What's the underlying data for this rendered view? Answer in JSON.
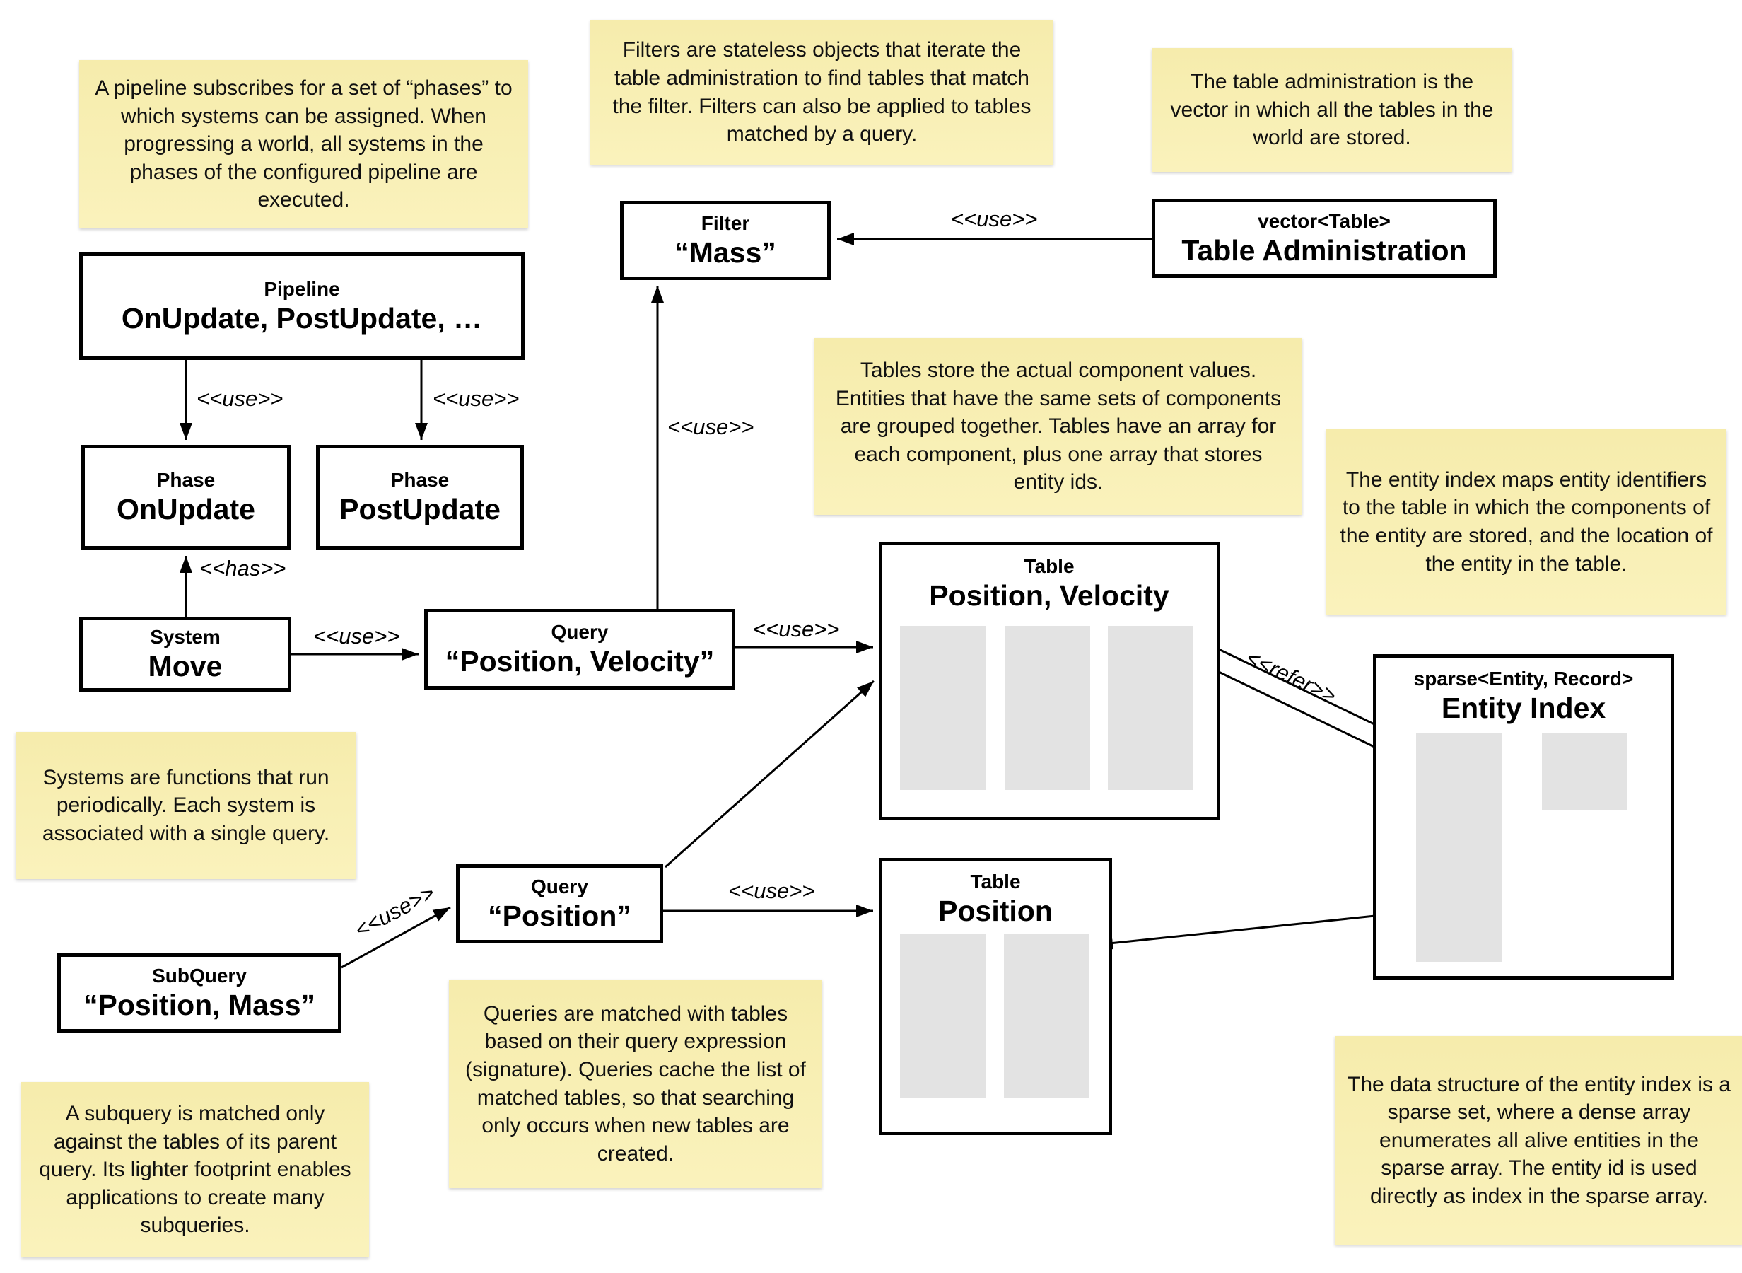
{
  "notes": {
    "pipeline": "A pipeline subscribes for a set of “phases” to which systems can be assigned. When progressing a world, all systems in the phases of the configured pipeline are executed.",
    "filters": "Filters are stateless objects that iterate the table administration to find tables that match the filter. Filters can also be applied to tables matched by a query.",
    "table_administration": "The table administration is the vector in which all the tables in the world are stored.",
    "tables": "Tables store the actual component values. Entities that have the same sets of components are grouped together. Tables have an array for each component, plus one array that stores entity ids.",
    "entity_index": "The entity index maps entity identifiers to the table in which the components of the entity are stored, and the location of the entity in the table.",
    "systems": "Systems are functions that run periodically. Each system is associated with a single query.",
    "queries": "Queries are matched with tables based on their query expression (signature). Queries cache the list of matched tables, so that searching only occurs when new tables are created.",
    "subquery": "A subquery is matched only against the tables of its parent query. Its lighter footprint enables applications to create many subqueries.",
    "sparse_set": "The data structure of the entity index is a sparse set, where a dense array enumerates all alive entities in the sparse array. The entity id is used directly as index in the sparse array."
  },
  "boxes": {
    "pipeline": {
      "type": "Pipeline",
      "name": "OnUpdate, PostUpdate, …"
    },
    "phase_onupdate": {
      "type": "Phase",
      "name": "OnUpdate"
    },
    "phase_postupdate": {
      "type": "Phase",
      "name": "PostUpdate"
    },
    "filter_mass": {
      "type": "Filter",
      "name": "“Mass”"
    },
    "table_administration": {
      "type": "vector<Table>",
      "name": "Table Administration"
    },
    "system_move": {
      "type": "System",
      "name": "Move"
    },
    "query_position_velocity": {
      "type": "Query",
      "name": "“Position, Velocity”"
    },
    "table_position_velocity": {
      "type": "Table",
      "name": "Position, Velocity"
    },
    "query_position": {
      "type": "Query",
      "name": "“Position”"
    },
    "table_position": {
      "type": "Table",
      "name": "Position"
    },
    "subquery_position_mass": {
      "type": "SubQuery",
      "name": "“Position, Mass”"
    },
    "entity_index": {
      "type": "sparse<Entity, Record>",
      "name": "Entity Index"
    }
  },
  "edges": [
    {
      "from": "pipeline",
      "to": "phase_onupdate",
      "label": "<<use>>"
    },
    {
      "from": "pipeline",
      "to": "phase_postupdate",
      "label": "<<use>>"
    },
    {
      "from": "system_move",
      "to": "phase_onupdate",
      "label": "<<has>>"
    },
    {
      "from": "system_move",
      "to": "query_position_velocity",
      "label": "<<use>>"
    },
    {
      "from": "query_position_velocity",
      "to": "filter_mass",
      "label": "<<use>>"
    },
    {
      "from": "table_administration",
      "to": "filter_mass",
      "label": "<<use>>"
    },
    {
      "from": "query_position_velocity",
      "to": "table_position_velocity",
      "label": "<<use>>"
    },
    {
      "from": "query_position",
      "to": "table_position",
      "label": "<<use>>"
    },
    {
      "from": "subquery_position_mass",
      "to": "query_position",
      "label": "<<use>>"
    },
    {
      "from": "query_position",
      "to": "table_position_velocity",
      "label": ""
    },
    {
      "from": "entity_index",
      "to": "table_position_velocity",
      "label": "<<refer>>"
    },
    {
      "from": "entity_index",
      "to": "table_position",
      "label": ""
    },
    {
      "from": "dense_array",
      "to": "sparse_array",
      "label": ""
    }
  ]
}
